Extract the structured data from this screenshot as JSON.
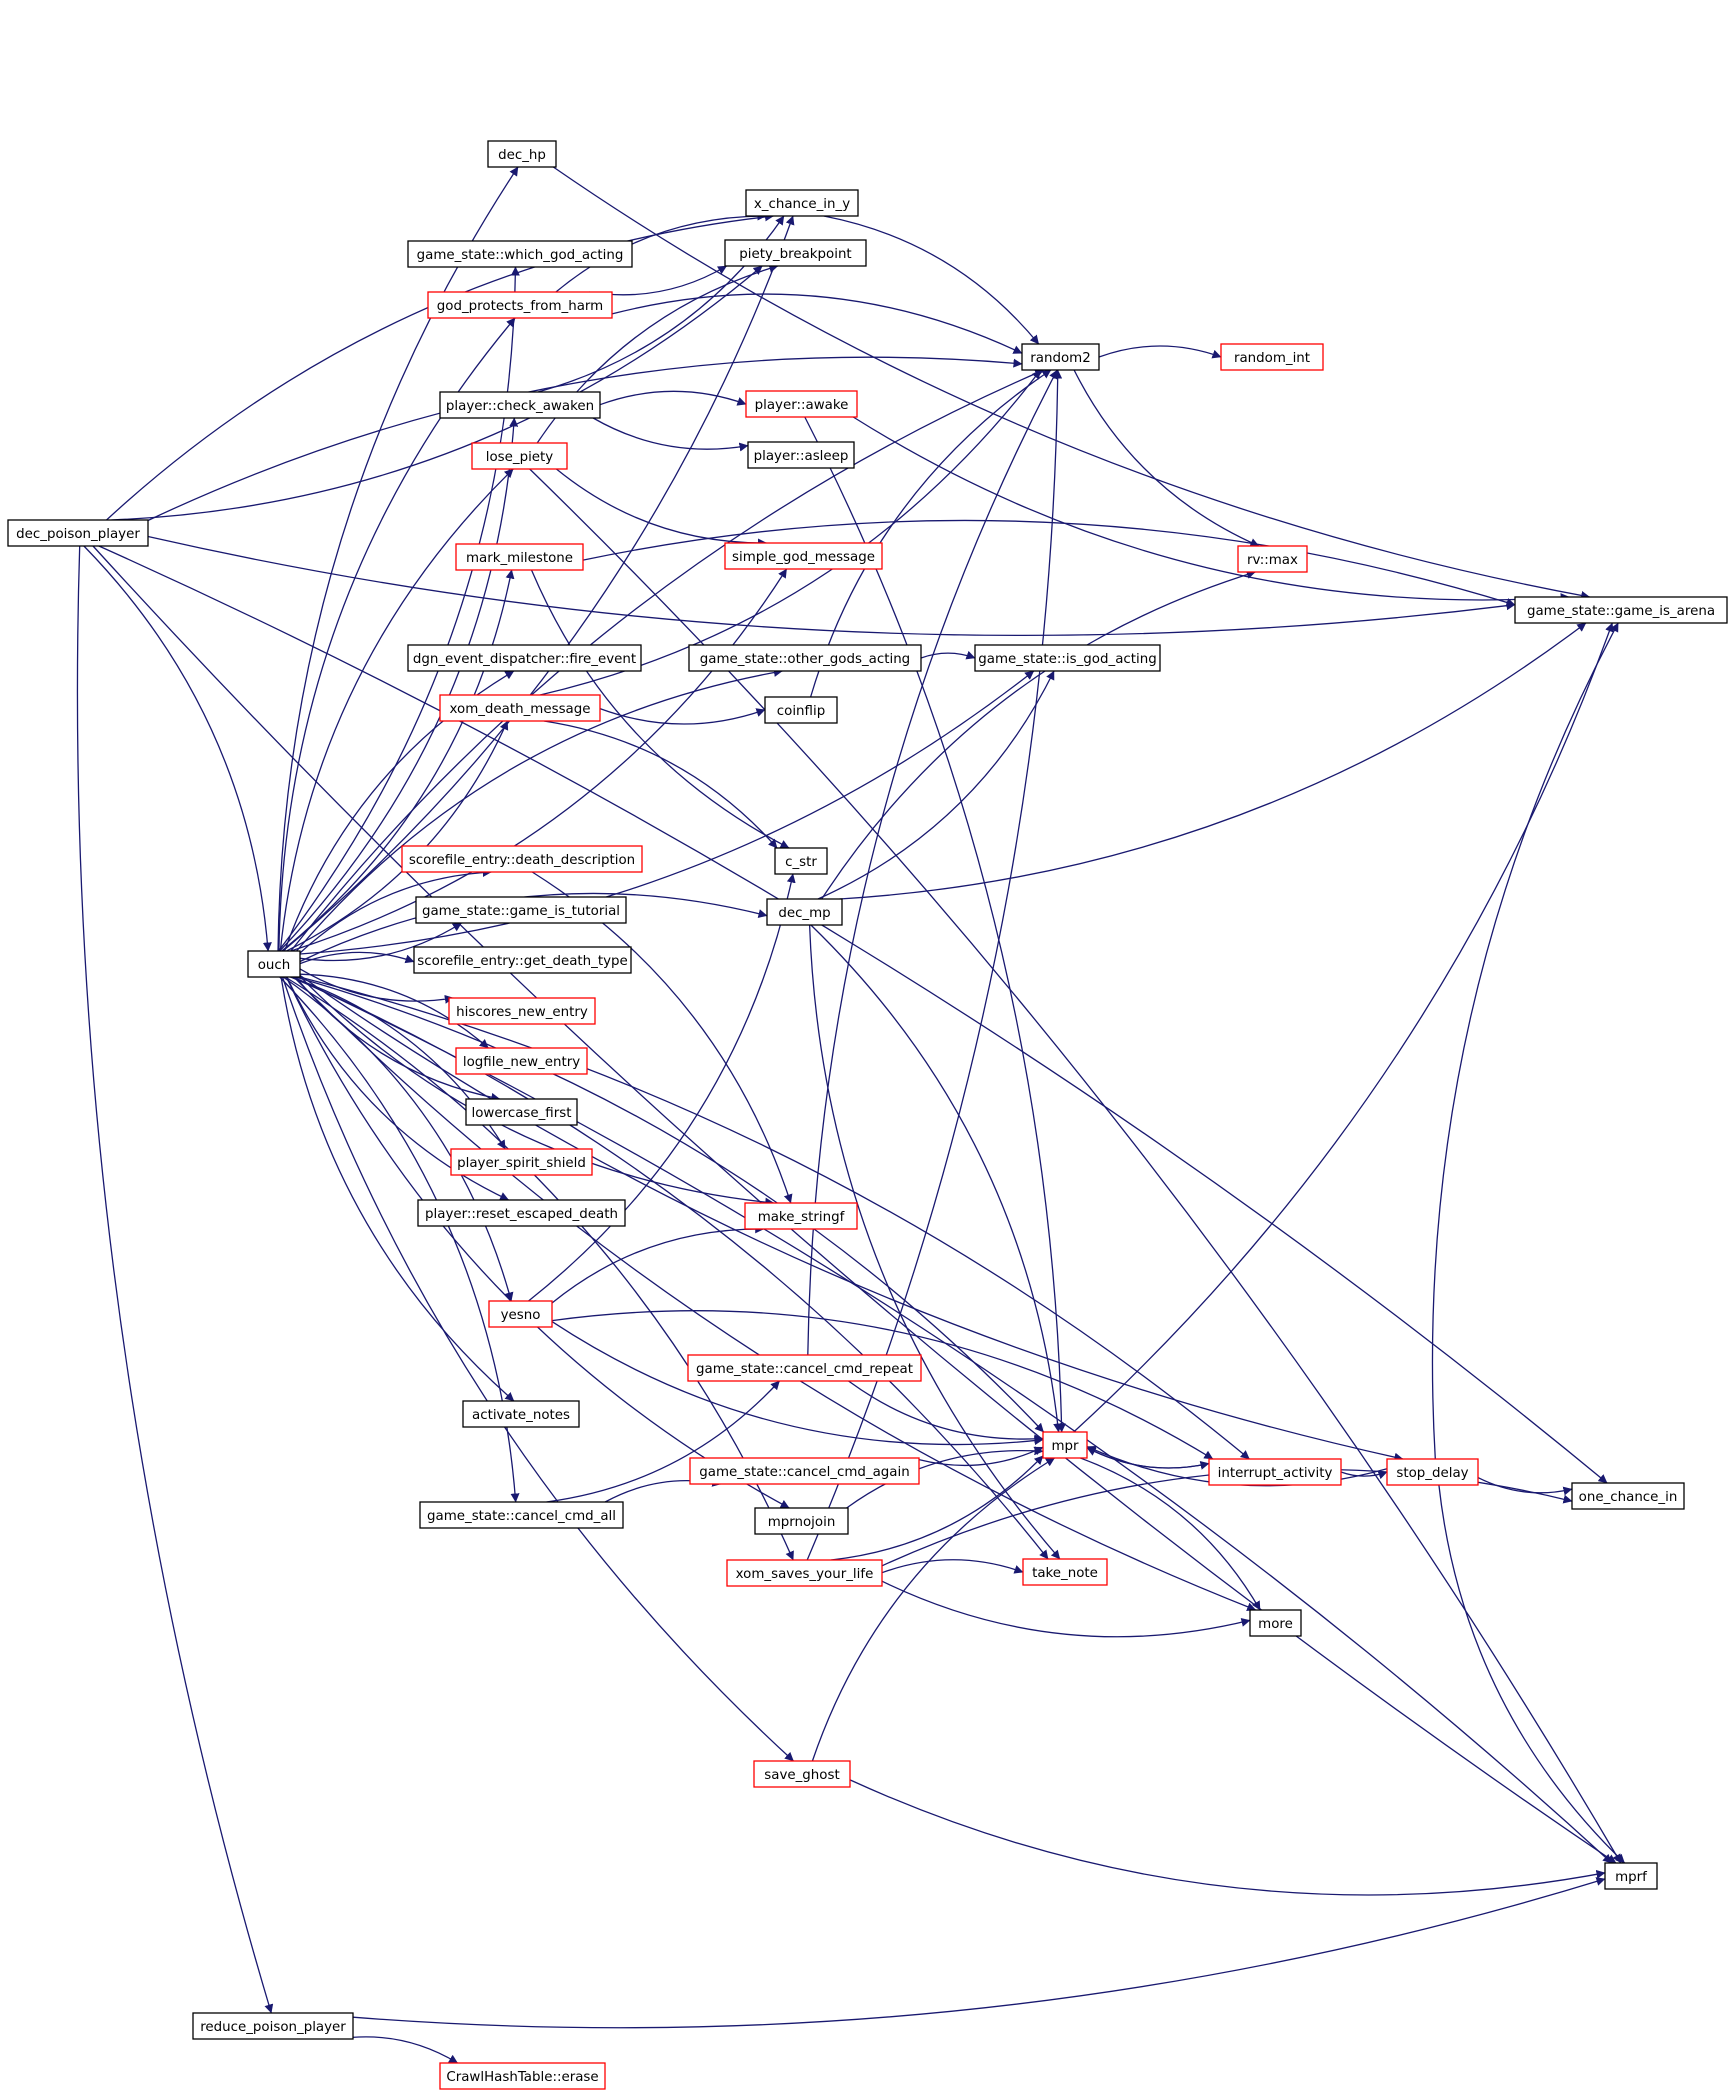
{
  "colors": {
    "edge": "#191970",
    "node_border": "#000000",
    "node_border_truncated": "#ff0000",
    "root_fill": "#bfbfbf",
    "background": "#ffffff"
  },
  "nodes": [
    {
      "id": "dec_poison_player",
      "label": "dec_poison_player",
      "root": true
    },
    {
      "id": "ouch",
      "label": "ouch"
    },
    {
      "id": "reduce_poison_player",
      "label": "reduce_poison_player"
    },
    {
      "id": "crawl_erase",
      "label": "CrawlHashTable::erase",
      "truncated": true
    },
    {
      "id": "dec_hp",
      "label": "dec_hp"
    },
    {
      "id": "which_god_acting",
      "label": "game_state::which_god_acting"
    },
    {
      "id": "god_protects_from_harm",
      "label": "god_protects_from_harm",
      "truncated": true
    },
    {
      "id": "check_awaken",
      "label": "player::check_awaken"
    },
    {
      "id": "lose_piety",
      "label": "lose_piety",
      "truncated": true
    },
    {
      "id": "mark_milestone",
      "label": "mark_milestone",
      "truncated": true
    },
    {
      "id": "fire_event",
      "label": "dgn_event_dispatcher::fire_event"
    },
    {
      "id": "xom_death_message",
      "label": "xom_death_message",
      "truncated": true
    },
    {
      "id": "death_description",
      "label": "scorefile_entry::death_description",
      "truncated": true
    },
    {
      "id": "game_is_tutorial",
      "label": "game_state::game_is_tutorial"
    },
    {
      "id": "get_death_type",
      "label": "scorefile_entry::get_death_type"
    },
    {
      "id": "hiscores_new_entry",
      "label": "hiscores_new_entry",
      "truncated": true
    },
    {
      "id": "logfile_new_entry",
      "label": "logfile_new_entry",
      "truncated": true
    },
    {
      "id": "lowercase_first",
      "label": "lowercase_first"
    },
    {
      "id": "player_spirit_shield",
      "label": "player_spirit_shield",
      "truncated": true
    },
    {
      "id": "reset_escaped_death",
      "label": "player::reset_escaped_death"
    },
    {
      "id": "yesno",
      "label": "yesno",
      "truncated": true
    },
    {
      "id": "activate_notes",
      "label": "activate_notes"
    },
    {
      "id": "cancel_cmd_all",
      "label": "game_state::cancel_cmd_all"
    },
    {
      "id": "x_chance_in_y",
      "label": "x_chance_in_y"
    },
    {
      "id": "piety_breakpoint",
      "label": "piety_breakpoint"
    },
    {
      "id": "player_awake",
      "label": "player::awake",
      "truncated": true
    },
    {
      "id": "player_asleep",
      "label": "player::asleep"
    },
    {
      "id": "simple_god_message",
      "label": "simple_god_message",
      "truncated": true
    },
    {
      "id": "other_gods_acting",
      "label": "game_state::other_gods_acting"
    },
    {
      "id": "coinflip",
      "label": "coinflip"
    },
    {
      "id": "c_str",
      "label": "c_str"
    },
    {
      "id": "dec_mp",
      "label": "dec_mp"
    },
    {
      "id": "make_stringf",
      "label": "make_stringf",
      "truncated": true
    },
    {
      "id": "cancel_cmd_repeat",
      "label": "game_state::cancel_cmd_repeat",
      "truncated": true
    },
    {
      "id": "cancel_cmd_again",
      "label": "game_state::cancel_cmd_again",
      "truncated": true
    },
    {
      "id": "mprnojoin",
      "label": "mprnojoin"
    },
    {
      "id": "xom_saves_your_life",
      "label": "xom_saves_your_life",
      "truncated": true
    },
    {
      "id": "save_ghost",
      "label": "save_ghost",
      "truncated": true
    },
    {
      "id": "random2",
      "label": "random2"
    },
    {
      "id": "random_int",
      "label": "random_int",
      "truncated": true
    },
    {
      "id": "rv_max",
      "label": "rv::max",
      "truncated": true
    },
    {
      "id": "is_god_acting",
      "label": "game_state::is_god_acting"
    },
    {
      "id": "mpr",
      "label": "mpr",
      "truncated": true
    },
    {
      "id": "take_note",
      "label": "take_note",
      "truncated": true
    },
    {
      "id": "more",
      "label": "more"
    },
    {
      "id": "interrupt_activity",
      "label": "interrupt_activity",
      "truncated": true
    },
    {
      "id": "stop_delay",
      "label": "stop_delay",
      "truncated": true
    },
    {
      "id": "game_is_arena",
      "label": "game_state::game_is_arena"
    },
    {
      "id": "one_chance_in",
      "label": "one_chance_in"
    },
    {
      "id": "mprf",
      "label": "mprf"
    }
  ],
  "edges": [
    [
      "dec_poison_player",
      "ouch"
    ],
    [
      "dec_poison_player",
      "reduce_poison_player"
    ],
    [
      "dec_poison_player",
      "x_chance_in_y"
    ],
    [
      "dec_poison_player",
      "piety_breakpoint"
    ],
    [
      "dec_poison_player",
      "random2"
    ],
    [
      "dec_poison_player",
      "game_is_arena"
    ],
    [
      "dec_poison_player",
      "one_chance_in"
    ],
    [
      "dec_poison_player",
      "mprf"
    ],
    [
      "reduce_poison_player",
      "crawl_erase"
    ],
    [
      "reduce_poison_player",
      "mprf"
    ],
    [
      "ouch",
      "dec_hp"
    ],
    [
      "ouch",
      "which_god_acting"
    ],
    [
      "ouch",
      "god_protects_from_harm"
    ],
    [
      "ouch",
      "check_awaken"
    ],
    [
      "ouch",
      "lose_piety"
    ],
    [
      "ouch",
      "mark_milestone"
    ],
    [
      "ouch",
      "fire_event"
    ],
    [
      "ouch",
      "xom_death_message"
    ],
    [
      "ouch",
      "death_description"
    ],
    [
      "ouch",
      "game_is_tutorial"
    ],
    [
      "ouch",
      "get_death_type"
    ],
    [
      "ouch",
      "hiscores_new_entry"
    ],
    [
      "ouch",
      "logfile_new_entry"
    ],
    [
      "ouch",
      "lowercase_first"
    ],
    [
      "ouch",
      "player_spirit_shield"
    ],
    [
      "ouch",
      "reset_escaped_death"
    ],
    [
      "ouch",
      "yesno"
    ],
    [
      "ouch",
      "activate_notes"
    ],
    [
      "ouch",
      "cancel_cmd_all"
    ],
    [
      "ouch",
      "x_chance_in_y"
    ],
    [
      "ouch",
      "random2"
    ],
    [
      "ouch",
      "simple_god_message"
    ],
    [
      "ouch",
      "other_gods_acting"
    ],
    [
      "ouch",
      "is_god_acting"
    ],
    [
      "ouch",
      "dec_mp"
    ],
    [
      "ouch",
      "make_stringf"
    ],
    [
      "ouch",
      "mpr"
    ],
    [
      "ouch",
      "mprnojoin"
    ],
    [
      "ouch",
      "xom_saves_your_life"
    ],
    [
      "ouch",
      "save_ghost"
    ],
    [
      "ouch",
      "take_note"
    ],
    [
      "ouch",
      "more"
    ],
    [
      "ouch",
      "interrupt_activity"
    ],
    [
      "ouch",
      "stop_delay"
    ],
    [
      "ouch",
      "mprf"
    ],
    [
      "dec_hp",
      "game_is_arena"
    ],
    [
      "god_protects_from_harm",
      "x_chance_in_y"
    ],
    [
      "god_protects_from_harm",
      "piety_breakpoint"
    ],
    [
      "god_protects_from_harm",
      "random2"
    ],
    [
      "check_awaken",
      "x_chance_in_y"
    ],
    [
      "check_awaken",
      "player_awake"
    ],
    [
      "check_awaken",
      "player_asleep"
    ],
    [
      "lose_piety",
      "piety_breakpoint"
    ],
    [
      "lose_piety",
      "simple_god_message"
    ],
    [
      "lose_piety",
      "mprf"
    ],
    [
      "mark_milestone",
      "c_str"
    ],
    [
      "mark_milestone",
      "game_is_arena"
    ],
    [
      "xom_death_message",
      "coinflip"
    ],
    [
      "xom_death_message",
      "c_str"
    ],
    [
      "xom_death_message",
      "random2"
    ],
    [
      "death_description",
      "make_stringf"
    ],
    [
      "yesno",
      "c_str"
    ],
    [
      "yesno",
      "make_stringf"
    ],
    [
      "yesno",
      "mpr"
    ],
    [
      "yesno",
      "interrupt_activity"
    ],
    [
      "cancel_cmd_all",
      "cancel_cmd_repeat"
    ],
    [
      "cancel_cmd_all",
      "cancel_cmd_again"
    ],
    [
      "cancel_cmd_repeat",
      "mpr"
    ],
    [
      "cancel_cmd_repeat",
      "random2"
    ],
    [
      "cancel_cmd_again",
      "mpr"
    ],
    [
      "mprnojoin",
      "mpr"
    ],
    [
      "xom_saves_your_life",
      "mpr"
    ],
    [
      "xom_saves_your_life",
      "take_note"
    ],
    [
      "xom_saves_your_life",
      "more"
    ],
    [
      "xom_saves_your_life",
      "one_chance_in"
    ],
    [
      "xom_saves_your_life",
      "random2"
    ],
    [
      "save_ghost",
      "mpr"
    ],
    [
      "save_ghost",
      "mprf"
    ],
    [
      "other_gods_acting",
      "is_god_acting"
    ],
    [
      "dec_mp",
      "is_god_acting"
    ],
    [
      "dec_mp",
      "rv_max"
    ],
    [
      "dec_mp",
      "game_is_arena"
    ],
    [
      "dec_mp",
      "mpr"
    ],
    [
      "dec_mp",
      "take_note"
    ],
    [
      "random2",
      "random_int"
    ],
    [
      "random2",
      "rv_max"
    ],
    [
      "x_chance_in_y",
      "random2"
    ],
    [
      "player_awake",
      "game_is_arena"
    ],
    [
      "player_awake",
      "mpr"
    ],
    [
      "mpr",
      "interrupt_activity"
    ],
    [
      "mpr",
      "more"
    ],
    [
      "mpr",
      "game_is_arena"
    ],
    [
      "interrupt_activity",
      "mpr"
    ],
    [
      "interrupt_activity",
      "stop_delay"
    ],
    [
      "stop_delay",
      "mpr"
    ],
    [
      "stop_delay",
      "one_chance_in"
    ],
    [
      "stop_delay",
      "game_is_arena"
    ],
    [
      "stop_delay",
      "mprf"
    ],
    [
      "coinflip",
      "random2"
    ]
  ]
}
